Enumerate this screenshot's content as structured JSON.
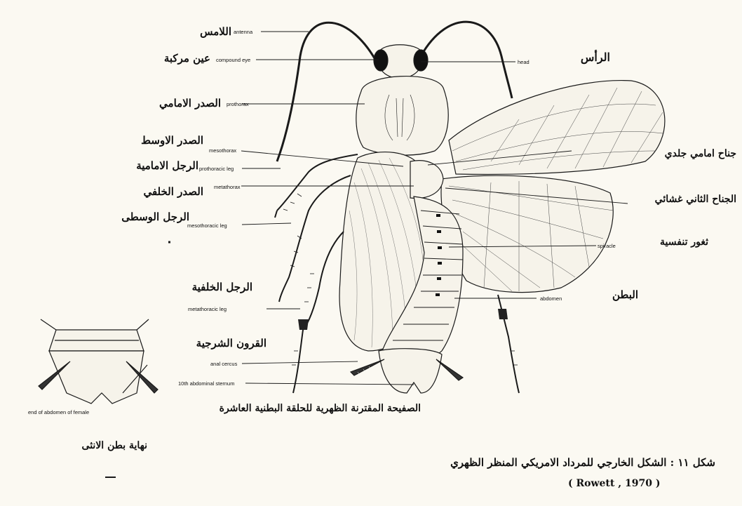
{
  "labels_en": {
    "antenna": "antenna",
    "compound_eye": "compound eye",
    "prothorax": "prothorax",
    "mesothorax": "mesothorax",
    "prothoracic_leg": "prothoracic leg",
    "metathorax": "metathorax",
    "mesothoracic_leg": "mesothoracic leg",
    "metathoracic_leg": "metathoracic leg",
    "anal_cercus": "anal cercus",
    "tenth_sternum": "10th abdominal sternum",
    "end_of_abdomen": "end of abdomen of female",
    "head": "head",
    "spiracle": "spiracle",
    "abdomen": "abdomen"
  },
  "labels_ar": {
    "antenna": "اللامس",
    "compound_eye": "عين مركبة",
    "prothorax": "الصدر الامامي",
    "mesothorax": "الصدر الاوسط",
    "prothoracic_leg": "الرجل الامامية",
    "metathorax": "الصدر الخلفي",
    "mesothoracic_leg": "الرجل الوسطى",
    "metathoracic_leg": "الرجل الخلفية",
    "anal_cercus": "القرون الشرجية",
    "tenth_sternum": "الصفيحة المقترنة الظهرية للحلقة البطنية العاشرة",
    "end_of_abdomen": "نهاية بطن الانثى",
    "head": "الرأس",
    "forewing": "جناح امامي جلدي",
    "hindwing": "الجناح الثاني غشائي",
    "spiracle": "ثغور تنفسية",
    "abdomen": "البطن"
  },
  "caption": {
    "line1": "شكل ١١ : الشكل الخارجي للمرداد الامريكي المنظر الظهري",
    "line2": "( Rowett , 1970 )"
  }
}
